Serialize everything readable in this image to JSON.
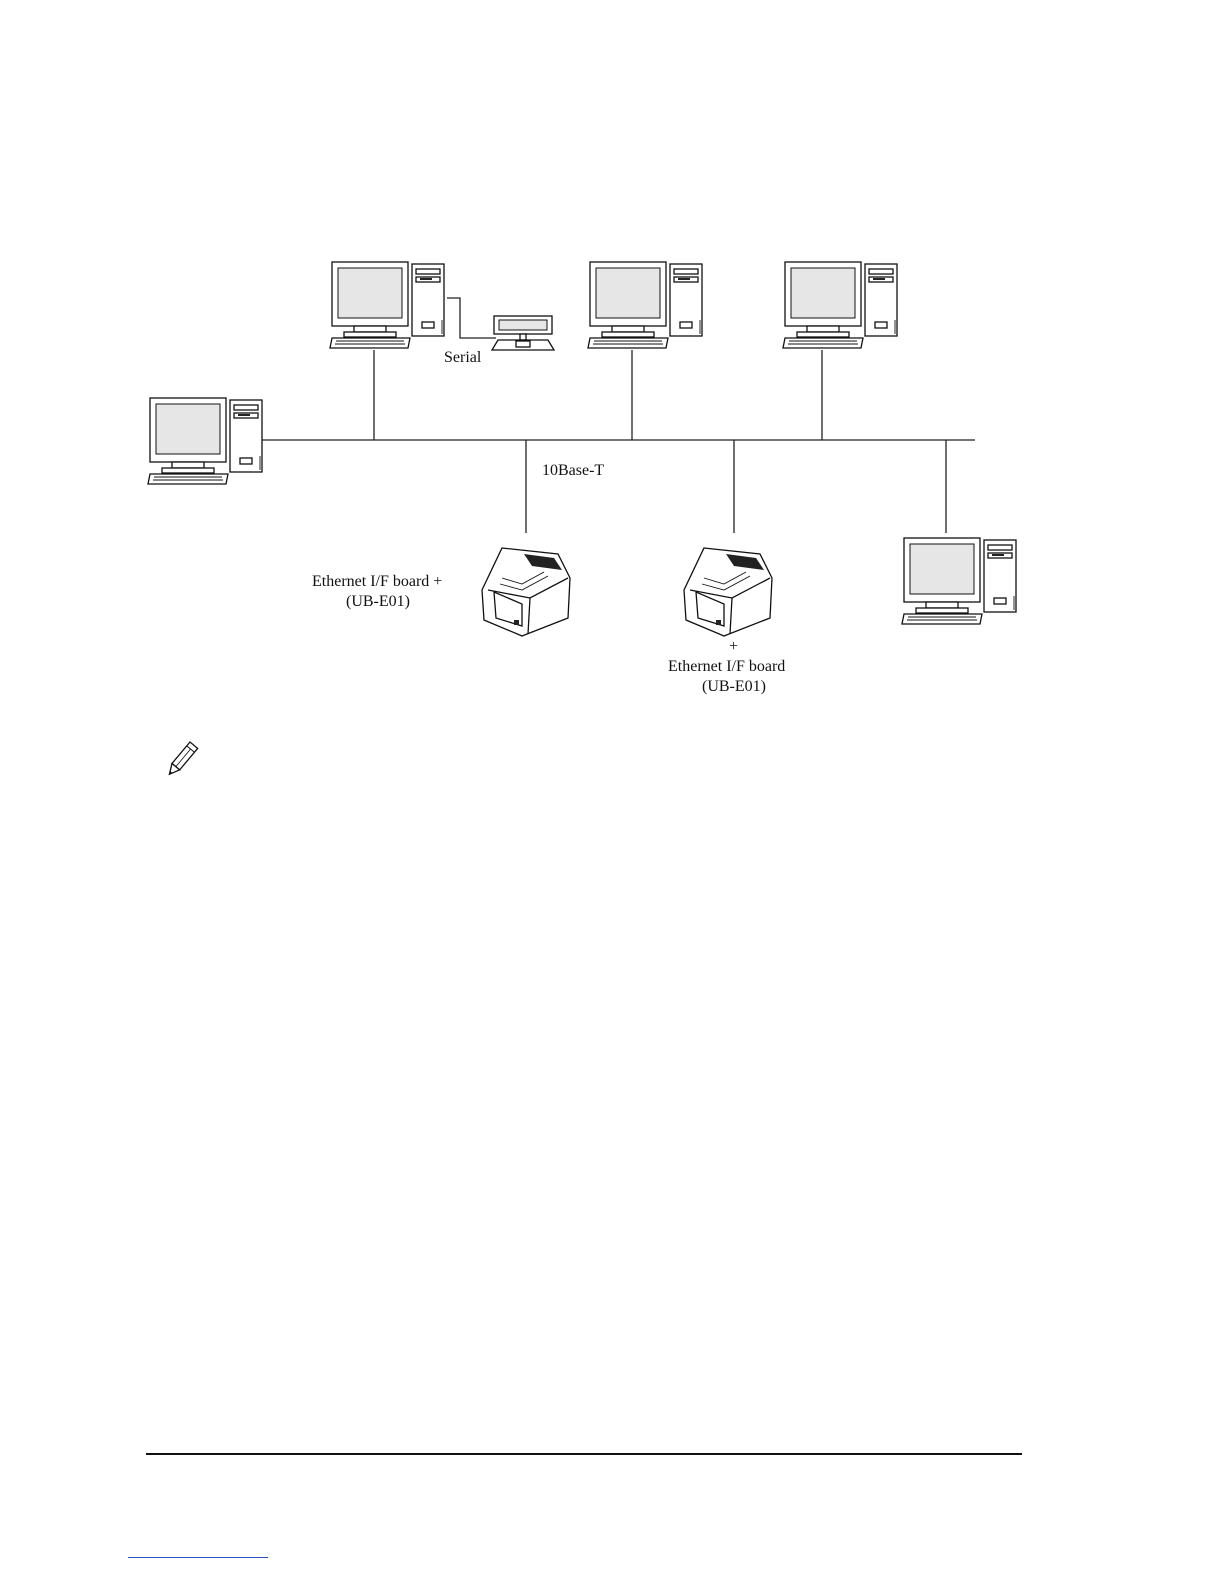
{
  "diagram": {
    "labels": {
      "serial": "Serial",
      "network": "10Base-T",
      "printer_left_line1": "Ethernet I/F board +",
      "printer_left_line2": "(UB-E01)",
      "printer_right_plus": "+",
      "printer_right_line1": "Ethernet I/F board",
      "printer_right_line2": "(UB-E01)"
    },
    "devices": {
      "computers": 5,
      "printers": 2,
      "customer_displays": 1
    }
  },
  "note": {
    "icon": "pencil-note-icon"
  }
}
